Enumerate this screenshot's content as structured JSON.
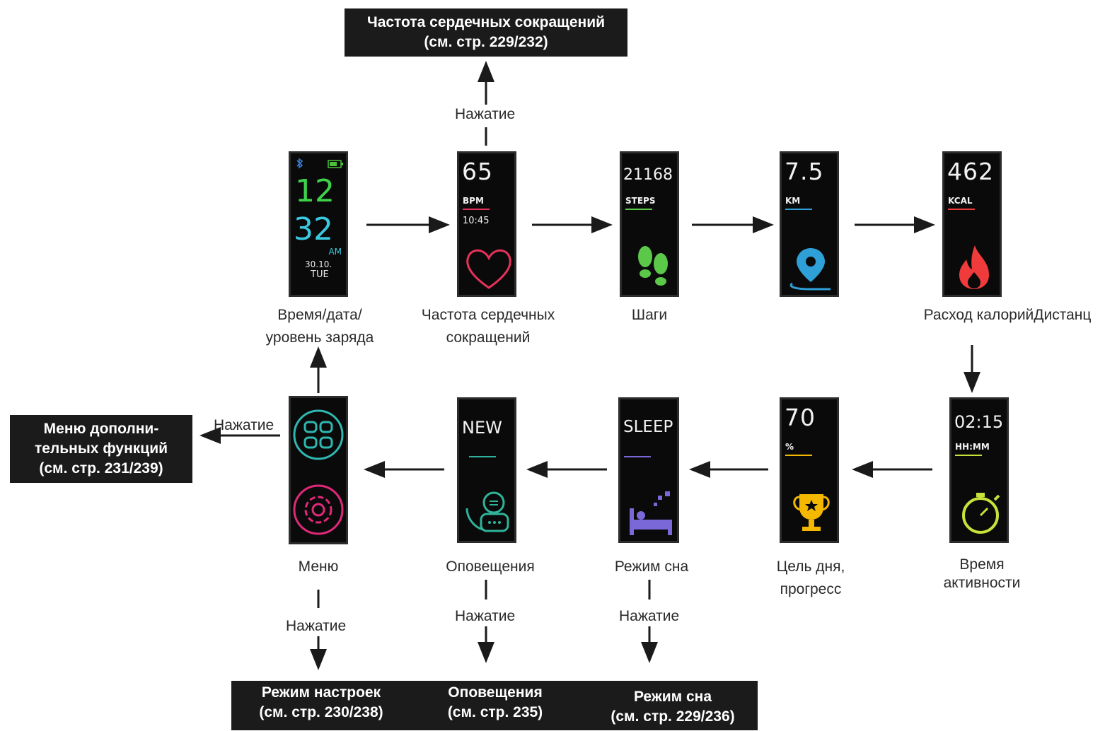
{
  "press_label": "Нажатие",
  "boxes": {
    "heart_rate": [
      "Частота сердечных сокращений",
      "(см. стр. 229/232)"
    ],
    "extra_menu": [
      "Меню дополни-",
      "тельных функций",
      "(см. стр. 231/239)"
    ],
    "settings": [
      "Режим настроек",
      "(см. стр. 230/238)"
    ],
    "notifications": [
      "Оповещения",
      "(см. стр. 235)"
    ],
    "sleep": [
      "Режим сна",
      "(см. стр. 229/236)"
    ]
  },
  "captions": {
    "time": [
      "Время/дата/",
      "уровень заряда"
    ],
    "heart": [
      "Частота сердечных",
      "сокращений"
    ],
    "steps": [
      "Шаги"
    ],
    "calories": [
      "Расход калорийДистанц"
    ],
    "active_time": [
      "Время",
      "активности"
    ],
    "goal": [
      "Цель дня,",
      "прогресс"
    ],
    "sleep": [
      "Режим сна"
    ],
    "notifications": [
      "Оповещения"
    ],
    "menu": [
      "Меню"
    ]
  },
  "screens": {
    "time": {
      "hour": "12",
      "minute": "32",
      "ampm": "AM",
      "date": "30.10.",
      "day": "TUE"
    },
    "heart": {
      "value": "65",
      "unit": "BPM",
      "clock": "10:45"
    },
    "steps": {
      "value": "21168",
      "unit": "STEPS"
    },
    "distance": {
      "value": "7.5",
      "unit": "KM"
    },
    "calories": {
      "value": "462",
      "unit": "KCAL"
    },
    "active_time": {
      "value": "02:15",
      "unit": "HH:MM"
    },
    "goal": {
      "value": "70",
      "unit": "%"
    },
    "sleep": {
      "value": "SLEEP"
    },
    "notifications": {
      "value": "NEW"
    }
  },
  "icons": {
    "bluetooth": "bluetooth-icon",
    "battery": "battery-icon",
    "heart": "heart-icon",
    "steps": "footprints-icon",
    "distance": "location-pin-icon",
    "calories": "flame-icon",
    "active_time": "stopwatch-icon",
    "goal": "trophy-icon",
    "sleep": "bed-icon",
    "notifications": "chat-bubbles-icon",
    "extra_menu": "grid-menu-icon",
    "settings": "gear-icon"
  },
  "colors": {
    "heart": "#e8315a",
    "steps": "#5cc84a",
    "distance": "#2f9fd8",
    "calories": "#ef3b3b",
    "active_time": "#c9e23a",
    "goal": "#f5b800",
    "sleep": "#7a67d8",
    "notifications": "#2fb39a",
    "menu_top": "#2fb7b0",
    "menu_bottom": "#e0287a",
    "time_hour": "#3ed24a",
    "time_minute": "#39c9e0"
  }
}
